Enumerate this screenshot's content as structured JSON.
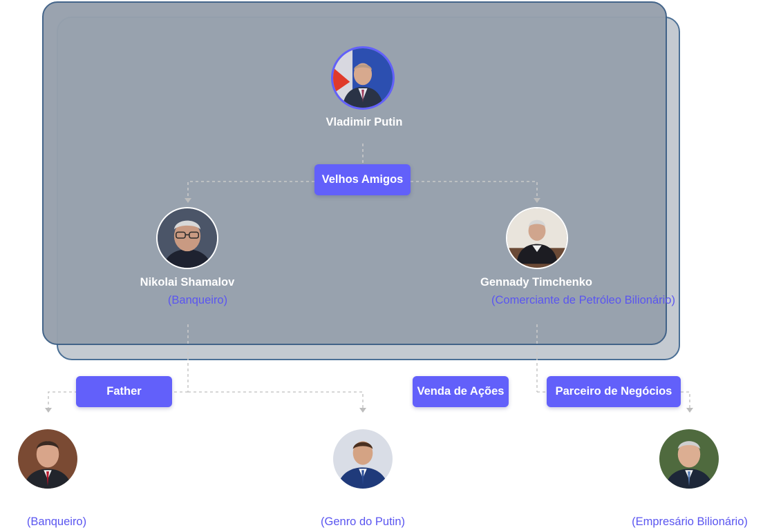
{
  "nodes": {
    "putin": {
      "name": "Vladimir Putin"
    },
    "shamalov": {
      "name": "Nikolai Shamalov",
      "role": "(Banqueiro)"
    },
    "timchenko": {
      "name": "Gennady Timchenko",
      "role": "(Comerciante de Petróleo Bilionário)"
    },
    "bottom_left": {
      "role": "(Banqueiro)"
    },
    "bottom_center": {
      "role": "(Genro do Putin)"
    },
    "bottom_right": {
      "role": "(Empresário Bilionário)"
    }
  },
  "relations": {
    "velhos_amigos": "Velhos Amigos",
    "father": "Father",
    "venda_de_acoes": "Venda de Ações",
    "parceiro_de_negocios": "Parceiro de Negócios"
  },
  "colors": {
    "pill": "#6260fa",
    "role_text": "#5a55f0",
    "group_fill": "#97a1ad",
    "group_border": "#3d5f86",
    "connector": "#c8c8c8"
  }
}
